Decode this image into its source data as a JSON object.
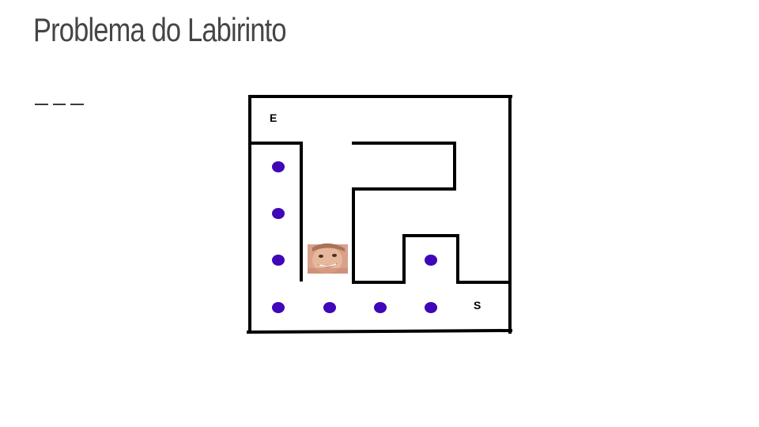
{
  "slide": {
    "title": "Problema do Labirinto"
  },
  "maze": {
    "entrance_label": "E",
    "exit_label": "S",
    "wall_color": "#000000",
    "path_dot_color": "#3f07b8",
    "path_dot_count": 8,
    "character_icon": "face-photo-icon"
  }
}
